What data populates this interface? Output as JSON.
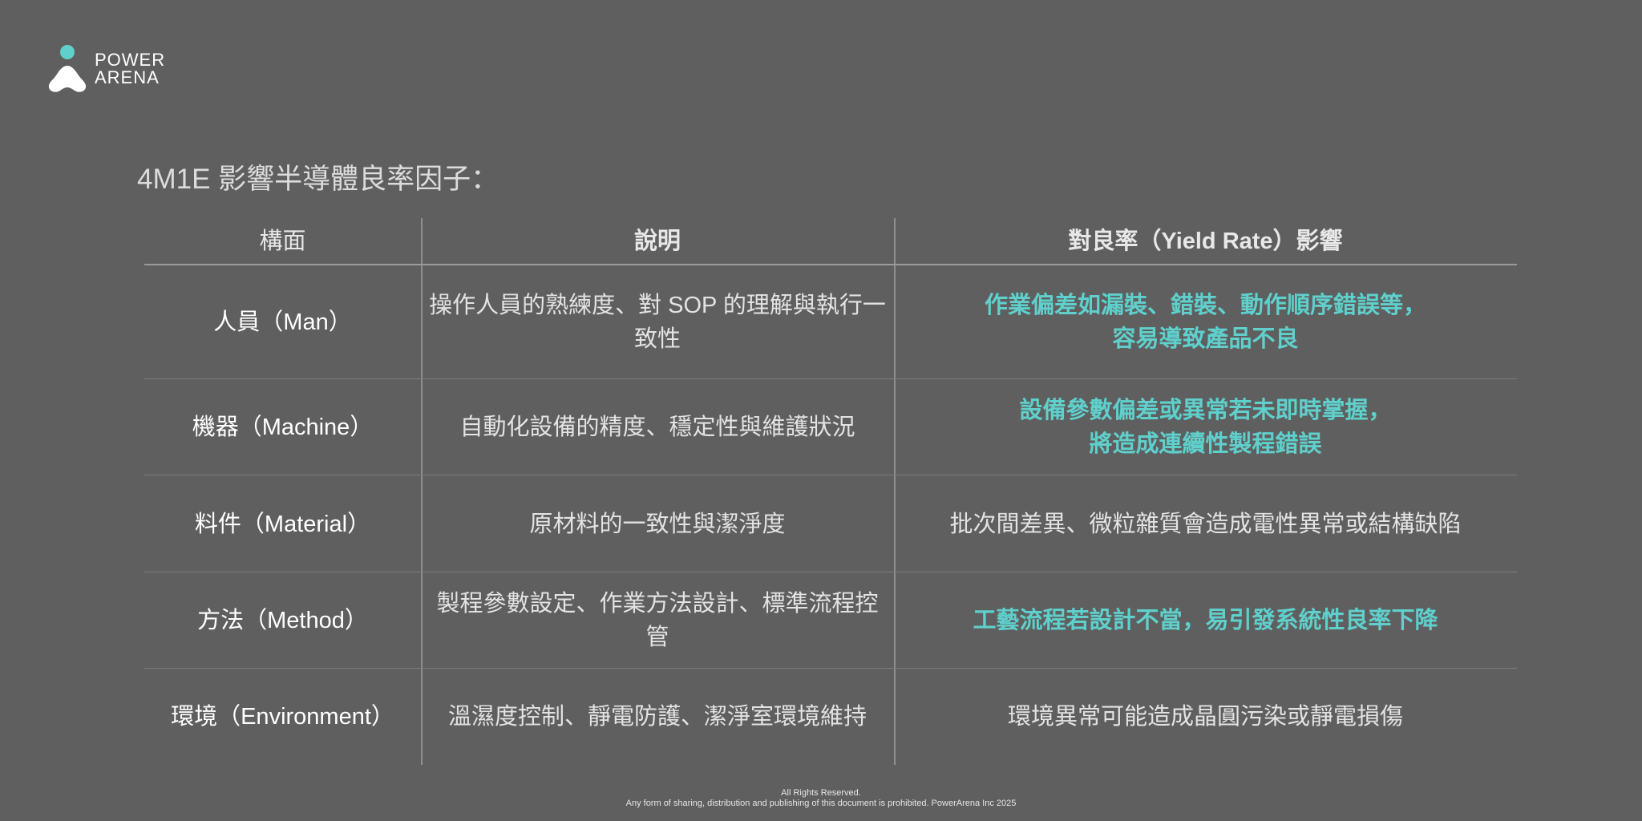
{
  "brand": {
    "line1": "POWER",
    "line2": "ARENA",
    "accent_color": "#5fd0cc"
  },
  "title": "4M1E 影響半導體良率因子：",
  "table": {
    "headers": [
      "構面",
      "說明",
      "對良率（Yield Rate）影響"
    ],
    "rows": [
      {
        "aspect": "人員（Man）",
        "description": "操作人員的熟練度、對 SOP 的理解與執行一致性",
        "impact": "作業偏差如漏裝、錯裝、動作順序錯誤等，",
        "impact2": "容易導致產品不良",
        "highlight": true
      },
      {
        "aspect": "機器（Machine）",
        "description": "自動化設備的精度、穩定性與維護狀況",
        "impact": "設備參數偏差或異常若未即時掌握，",
        "impact2": "將造成連續性製程錯誤",
        "highlight": true
      },
      {
        "aspect": "料件（Material）",
        "description": "原材料的一致性與潔淨度",
        "impact": "批次間差異、微粒雜質會造成電性異常或結構缺陷",
        "impact2": "",
        "highlight": false
      },
      {
        "aspect": "方法（Method）",
        "description": "製程參數設定、作業方法設計、標準流程控管",
        "impact": "工藝流程若設計不當，易引發系統性良率下降",
        "impact2": "",
        "highlight": true
      },
      {
        "aspect": "環境（Environment）",
        "description": "溫濕度控制、靜電防護、潔淨室環境維持",
        "impact": "環境異常可能造成晶圓污染或靜電損傷",
        "impact2": "",
        "highlight": false
      }
    ]
  },
  "footer": {
    "line1": "All Rights Reserved.",
    "line2": "Any form of sharing, distribution and publishing of this document is prohibited. PowerArena Inc 2025"
  }
}
